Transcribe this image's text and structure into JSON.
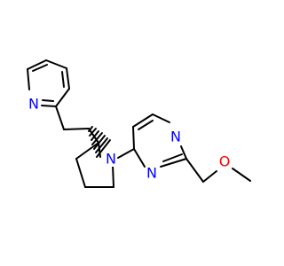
{
  "molecule": {
    "atoms": {
      "pyridine_n": {
        "symbol": "N",
        "color": "#0000ff"
      },
      "pyrrolidine_n": {
        "symbol": "N",
        "color": "#0000ff"
      },
      "pyrimidine_n1": {
        "symbol": "N",
        "color": "#0000ff"
      },
      "pyrimidine_n3": {
        "symbol": "N",
        "color": "#0000ff"
      },
      "ether_o": {
        "symbol": "O",
        "color": "#ff0000"
      }
    },
    "bond_color": "#000000"
  }
}
